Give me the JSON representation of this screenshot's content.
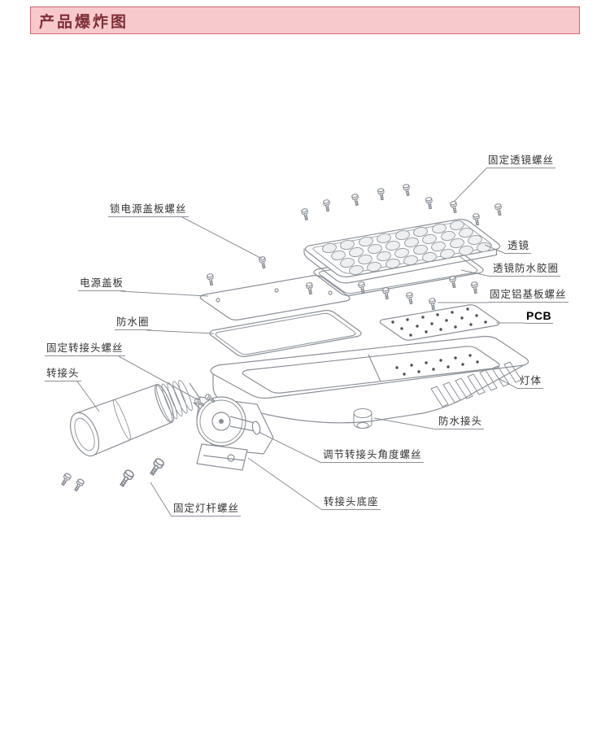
{
  "page": {
    "title": "产品爆炸图"
  },
  "colors": {
    "header_bg": "#f7c9cd",
    "header_border": "#cf6672",
    "header_text": "#7d2f38",
    "art_line": "#8a9097",
    "label_text": "#333333",
    "pcb_label_text": "#000000"
  },
  "labels": [
    {
      "id": "fix-lens-screws",
      "text": "固定透镜螺丝"
    },
    {
      "id": "lens",
      "text": "透镜"
    },
    {
      "id": "lens-waterproof-ring",
      "text": "透镜防水胶圈"
    },
    {
      "id": "fix-aluminum-pcb-screws",
      "text": "固定铝基板螺丝"
    },
    {
      "id": "pcb",
      "text": "PCB"
    },
    {
      "id": "lock-power-cover-screws",
      "text": "锁电源盖板螺丝"
    },
    {
      "id": "power-cover-plate",
      "text": "电源盖板"
    },
    {
      "id": "waterproof-ring",
      "text": "防水圈"
    },
    {
      "id": "fix-adapter-screws",
      "text": "固定转接头螺丝"
    },
    {
      "id": "adapter",
      "text": "转接头"
    },
    {
      "id": "lamp-body",
      "text": "灯体"
    },
    {
      "id": "waterproof-connector",
      "text": "防水接头"
    },
    {
      "id": "adjust-adapter-angle-screw",
      "text": "调节转接头角度螺丝"
    },
    {
      "id": "adapter-base",
      "text": "转接头底座"
    },
    {
      "id": "fix-lamp-pole-screws",
      "text": "固定灯杆螺丝"
    }
  ]
}
